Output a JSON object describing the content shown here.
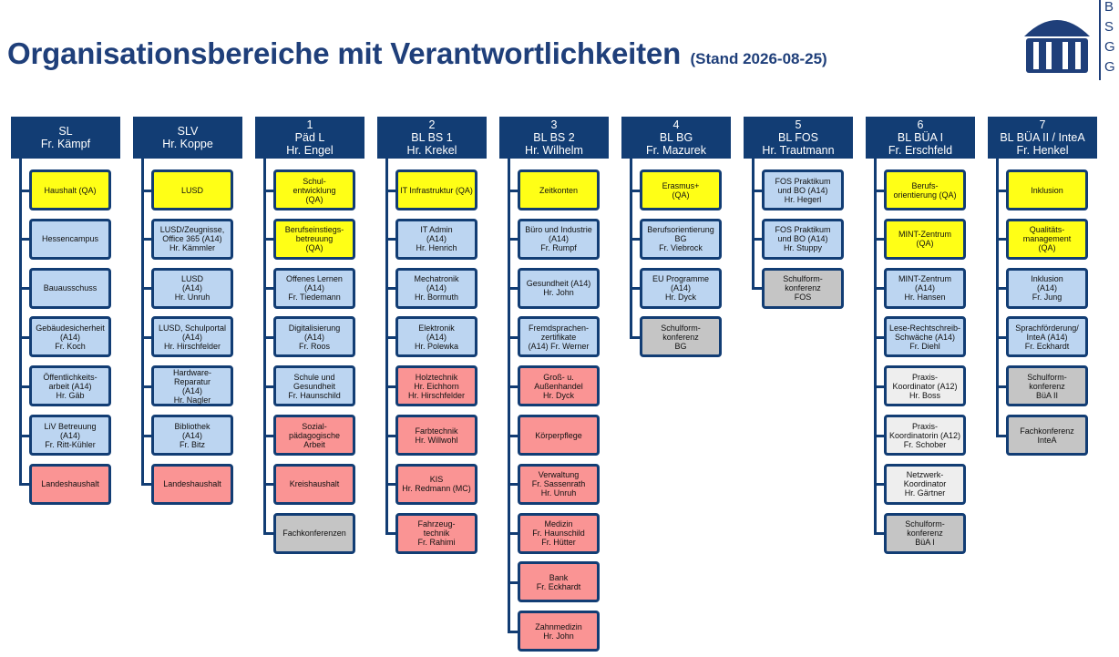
{
  "title": "Organisationsbereiche mit Verantwortlichkeiten",
  "stand": "(Stand 2026-08-25)",
  "logo": {
    "letters": [
      "B",
      "S",
      "G",
      "G"
    ]
  },
  "colors": {
    "header": "#123d74",
    "yellow": "#ffff16",
    "blue": "#bcd5f1",
    "red": "#fa9494",
    "gray": "#c5c5c5",
    "white": "#eeeeee"
  },
  "columns": [
    {
      "lines": [
        "SL",
        "Fr. Kämpf"
      ],
      "items": [
        {
          "text": "Haushalt (QA)",
          "color": "yellow"
        },
        {
          "text": "Hessencampus",
          "color": "blue"
        },
        {
          "text": "Bauausschuss",
          "color": "blue"
        },
        {
          "text": "Gebäudesicherheit\n(A14)\nFr. Koch",
          "color": "blue"
        },
        {
          "text": "Öffentlichkeits-\narbeit (A14)\nHr. Gäb",
          "color": "blue"
        },
        {
          "text": "LiV Betreuung\n(A14)\nFr. Ritt-Kühler",
          "color": "blue"
        },
        {
          "text": "Landeshaushalt",
          "color": "red"
        }
      ]
    },
    {
      "lines": [
        "SLV",
        "Hr. Koppe"
      ],
      "items": [
        {
          "text": "LUSD",
          "color": "yellow"
        },
        {
          "text": "LUSD/Zeugnisse,\nOffice 365 (A14)\nHr. Kämmler",
          "color": "blue"
        },
        {
          "text": "LUSD\n(A14)\nHr. Unruh",
          "color": "blue"
        },
        {
          "text": "LUSD, Schulportal\n(A14)\nHr. Hirschfelder",
          "color": "blue"
        },
        {
          "text": "Hardware-Reparatur\n(A14)\nHr. Nagler",
          "color": "blue"
        },
        {
          "text": "Bibliothek\n(A14)\nFr. Bitz",
          "color": "blue"
        },
        {
          "text": "Landeshaushalt",
          "color": "red"
        }
      ]
    },
    {
      "lines": [
        "1",
        "Päd L",
        "Hr. Engel"
      ],
      "items": [
        {
          "text": "Schul-\nentwicklung\n(QA)",
          "color": "yellow"
        },
        {
          "text": "Berufseinstiegs-\nbetreuung\n(QA)",
          "color": "yellow"
        },
        {
          "text": "Offenes Lernen\n(A14)\nFr. Tiedemann",
          "color": "blue"
        },
        {
          "text": "Digitalisierung\n(A14)\nFr. Roos",
          "color": "blue"
        },
        {
          "text": "Schule und\nGesundheit\nFr. Haunschild",
          "color": "blue"
        },
        {
          "text": "Sozial-\npädagogische\nArbeit",
          "color": "red"
        },
        {
          "text": "Kreishaushalt",
          "color": "red"
        },
        {
          "text": "Fachkonferenzen",
          "color": "gray"
        }
      ]
    },
    {
      "lines": [
        "2",
        "BL BS 1",
        "Hr. Krekel"
      ],
      "items": [
        {
          "text": "IT Infrastruktur (QA)",
          "color": "yellow"
        },
        {
          "text": "IT Admin\n(A14)\nHr. Henrich",
          "color": "blue"
        },
        {
          "text": "Mechatronik\n(A14)\nHr. Bormuth",
          "color": "blue"
        },
        {
          "text": "Elektronik\n(A14)\nHr. Polewka",
          "color": "blue"
        },
        {
          "text": "Holztechnik\nHr. Eichhorn\nHr. Hirschfelder",
          "color": "red"
        },
        {
          "text": "Farbtechnik\nHr. Willwohl",
          "color": "red"
        },
        {
          "text": "KIS\nHr. Redmann (MC)",
          "color": "red"
        },
        {
          "text": "Fahrzeug-\ntechnik\nFr. Rahimi",
          "color": "red"
        }
      ]
    },
    {
      "lines": [
        "3",
        "BL BS 2",
        "Hr. Wilhelm"
      ],
      "items": [
        {
          "text": "Zeitkonten",
          "color": "yellow"
        },
        {
          "text": "Büro und Industrie\n(A14)\nFr. Rumpf",
          "color": "blue"
        },
        {
          "text": "Gesundheit (A14)\nHr. John",
          "color": "blue"
        },
        {
          "text": "Fremdsprachen-\nzertifikate\n(A14) Fr. Werner",
          "color": "blue"
        },
        {
          "text": "Groß- u.\nAußenhandel\nHr. Dyck",
          "color": "red"
        },
        {
          "text": "Körperpflege",
          "color": "red"
        },
        {
          "text": "Verwaltung\nFr. Sassenrath\nHr. Unruh",
          "color": "red"
        },
        {
          "text": "Medizin\nFr. Haunschild\nFr. Hütter",
          "color": "red"
        },
        {
          "text": "Bank\nFr. Eckhardt",
          "color": "red"
        },
        {
          "text": "Zahnmedizin\nHr. John",
          "color": "red"
        }
      ]
    },
    {
      "lines": [
        "4",
        "BL BG",
        "Fr. Mazurek"
      ],
      "items": [
        {
          "text": "Erasmus+\n(QA)",
          "color": "yellow"
        },
        {
          "text": "Berufsorientierung\nBG\nFr. Viebrock",
          "color": "blue"
        },
        {
          "text": "EU Programme\n(A14)\nHr. Dyck",
          "color": "blue"
        },
        {
          "text": "Schulform-\nkonferenz\nBG",
          "color": "gray"
        }
      ]
    },
    {
      "lines": [
        "5",
        "BL FOS",
        "Hr. Trautmann"
      ],
      "items": [
        {
          "text": "FOS Praktikum\nund BO (A14)\nHr. Hegerl",
          "color": "blue"
        },
        {
          "text": "FOS Praktikum\nund BO (A14)\nHr. Stuppy",
          "color": "blue"
        },
        {
          "text": "Schulform-\nkonferenz\nFOS",
          "color": "gray"
        }
      ]
    },
    {
      "lines": [
        "6",
        "BL BÜA I",
        "Fr. Erschfeld"
      ],
      "items": [
        {
          "text": "Berufs-\norientierung (QA)",
          "color": "yellow"
        },
        {
          "text": "MINT-Zentrum\n(QA)",
          "color": "yellow"
        },
        {
          "text": "MINT-Zentrum\n(A14)\nHr. Hansen",
          "color": "blue"
        },
        {
          "text": "Lese-Rechtschreib-\nSchwäche (A14)\nFr. Diehl",
          "color": "blue"
        },
        {
          "text": "Praxis-\nKoordinator (A12)\nHr. Boss",
          "color": "white"
        },
        {
          "text": "Praxis-\nKoordinatorin (A12)\nFr. Schober",
          "color": "white"
        },
        {
          "text": "Netzwerk-\nKoordinator\nHr. Gärtner",
          "color": "white"
        },
        {
          "text": "Schulform-\nkonferenz\nBüA I",
          "color": "gray"
        }
      ]
    },
    {
      "lines": [
        "7",
        "BL BÜA II / InteA",
        "Fr. Henkel"
      ],
      "items": [
        {
          "text": "Inklusion",
          "color": "yellow"
        },
        {
          "text": "Qualitäts-\nmanagement\n(QA)",
          "color": "yellow"
        },
        {
          "text": "Inklusion\n(A14)\nFr. Jung",
          "color": "blue"
        },
        {
          "text": "Sprachförderung/\nInteA (A14)\nFr. Eckhardt",
          "color": "blue"
        },
        {
          "text": "Schulform-\nkonferenz\nBüA II",
          "color": "gray"
        },
        {
          "text": "Fachkonferenz\nInteA",
          "color": "gray"
        }
      ]
    }
  ]
}
